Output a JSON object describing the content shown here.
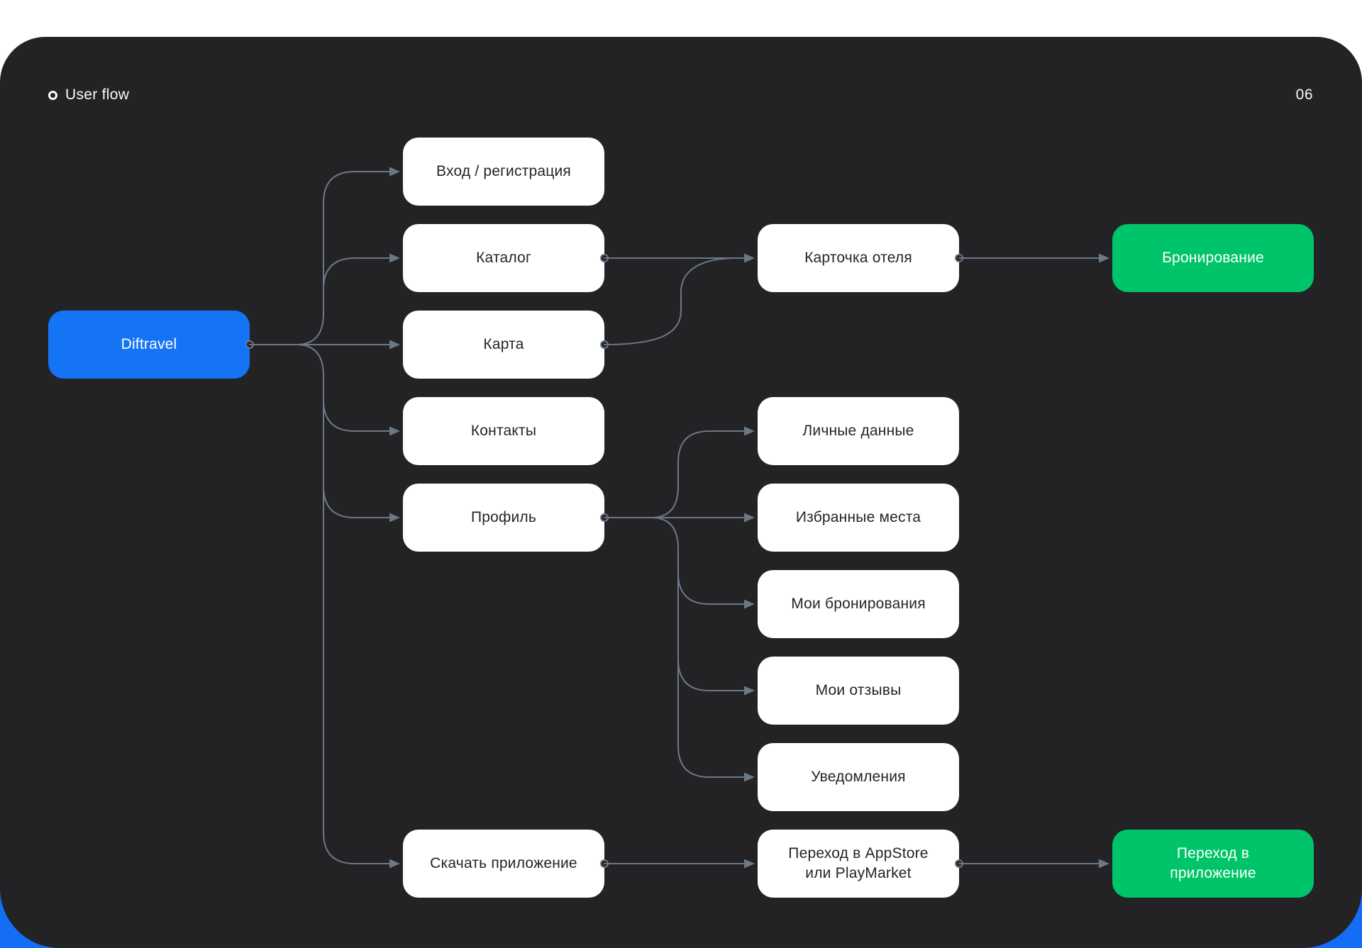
{
  "page": {
    "label": "User flow",
    "number": "06"
  },
  "colors": {
    "card_background": "#232325",
    "backdrop_blue": "#146EF5",
    "accent_blue": "#1574F5",
    "accent_green": "#00C469",
    "connector_gray": "#6B7888",
    "box_white": "#ffffff",
    "box_text_dark": "#232528",
    "text_light": "#fafafa"
  },
  "nodes": [
    {
      "id": "diftravel",
      "label": "Diftravel",
      "variant": "blue"
    },
    {
      "id": "login",
      "label": "Вход / регистрация",
      "variant": "white"
    },
    {
      "id": "catalog",
      "label": "Каталог",
      "variant": "white"
    },
    {
      "id": "map",
      "label": "Карта",
      "variant": "white"
    },
    {
      "id": "contacts",
      "label": "Контакты",
      "variant": "white"
    },
    {
      "id": "profile",
      "label": "Профиль",
      "variant": "white"
    },
    {
      "id": "download",
      "label": "Скачать приложение",
      "variant": "white"
    },
    {
      "id": "hotelcard",
      "label": "Карточка отеля",
      "variant": "white"
    },
    {
      "id": "personal",
      "label": "Личные данные",
      "variant": "white"
    },
    {
      "id": "favorites",
      "label": "Избранные места",
      "variant": "white"
    },
    {
      "id": "mybookings",
      "label": "Мои бронирования",
      "variant": "white"
    },
    {
      "id": "myreviews",
      "label": "Мои отзывы",
      "variant": "white"
    },
    {
      "id": "notifications",
      "label": "Уведомления",
      "variant": "white"
    },
    {
      "id": "appstore",
      "label": "Переход в AppStore или PlayMarket",
      "variant": "white"
    },
    {
      "id": "booking",
      "label": "Бронирование",
      "variant": "green"
    },
    {
      "id": "appgo",
      "label": "Переход в приложение",
      "variant": "green"
    }
  ],
  "edges": [
    {
      "from": "diftravel",
      "to": "login"
    },
    {
      "from": "diftravel",
      "to": "catalog"
    },
    {
      "from": "diftravel",
      "to": "map"
    },
    {
      "from": "diftravel",
      "to": "contacts"
    },
    {
      "from": "diftravel",
      "to": "profile"
    },
    {
      "from": "diftravel",
      "to": "download"
    },
    {
      "from": "catalog",
      "to": "hotelcard"
    },
    {
      "from": "map",
      "to": "hotelcard",
      "style": "merge"
    },
    {
      "from": "hotelcard",
      "to": "booking"
    },
    {
      "from": "profile",
      "to": "personal"
    },
    {
      "from": "profile",
      "to": "favorites"
    },
    {
      "from": "profile",
      "to": "mybookings"
    },
    {
      "from": "profile",
      "to": "myreviews"
    },
    {
      "from": "profile",
      "to": "notifications"
    },
    {
      "from": "download",
      "to": "appstore"
    },
    {
      "from": "appstore",
      "to": "appgo"
    }
  ]
}
